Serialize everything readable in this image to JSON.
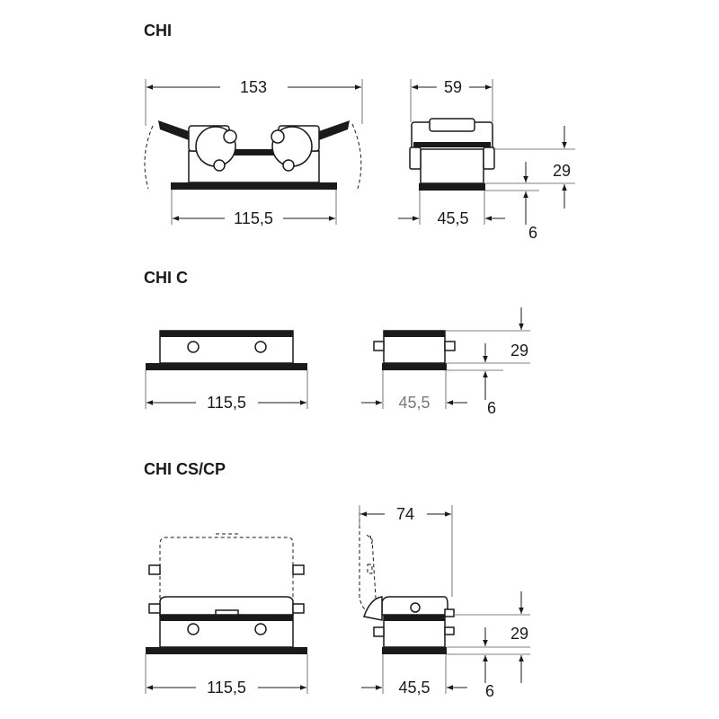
{
  "sections": [
    {
      "title": "CHI",
      "dims": {
        "overall_width": "153",
        "base_width": "115,5",
        "side_depth": "59",
        "side_base": "45,5",
        "height": "29",
        "base_height": "6"
      }
    },
    {
      "title": "CHI C",
      "dims": {
        "base_width": "115,5",
        "side_base": "45,5",
        "height": "29",
        "base_height": "6"
      }
    },
    {
      "title": "CHI CS/CP",
      "dims": {
        "base_width": "115,5",
        "side_depth": "74",
        "side_base": "45,5",
        "height": "29",
        "base_height": "6"
      }
    }
  ]
}
